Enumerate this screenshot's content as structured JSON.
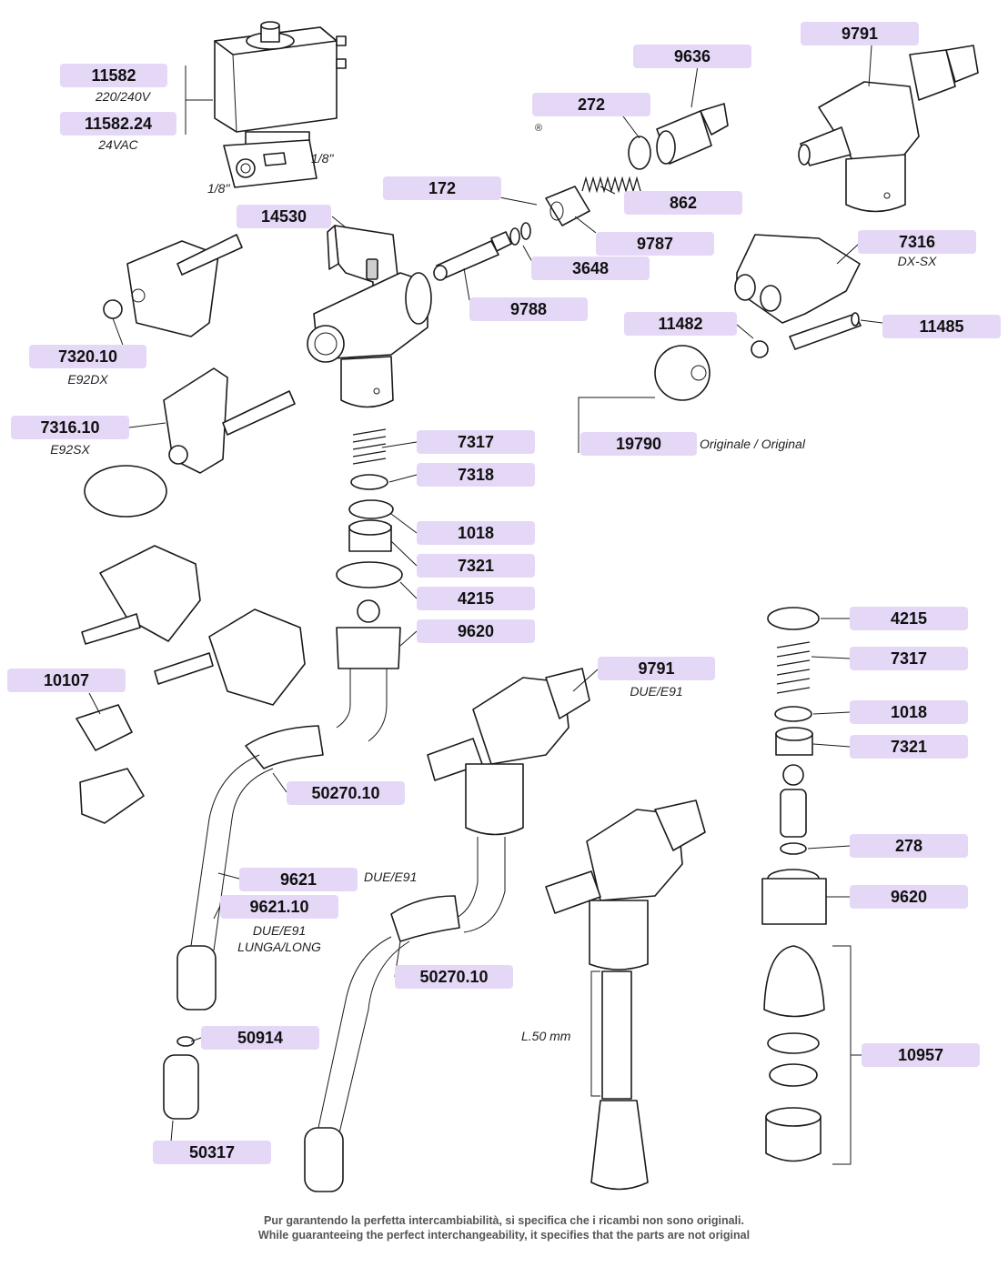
{
  "parts": {
    "p11582": "11582",
    "p11582_note": "220/240V",
    "p11582_24": "11582.24",
    "p11582_24_note": "24VAC",
    "p1_8_a": "1/8\"",
    "p1_8_b": "1/8\"",
    "p9636": "9636",
    "p272": "272",
    "p172": "172",
    "p862": "862",
    "p14530": "14530",
    "p9787": "9787",
    "p3648": "3648",
    "p9788": "9788",
    "p9791_top": "9791",
    "p7316": "7316",
    "p7316_note": "DX-SX",
    "p11482": "11482",
    "p11485": "11485",
    "p7320_10": "7320.10",
    "p7320_10_note": "E92DX",
    "p7316_10": "7316.10",
    "p7316_10_note": "E92SX",
    "p19790": "19790",
    "p19790_note": "Originale / Original",
    "p7317": "7317",
    "p7318": "7318",
    "p1018": "1018",
    "p7321": "7321",
    "p4215": "4215",
    "p9620": "9620",
    "p10107": "10107",
    "p9791_mid": "9791",
    "p9791_mid_note": "DUE/E91",
    "p50270_10_a": "50270.10",
    "p9621": "9621",
    "p9621_note": "DUE/E91",
    "p9621_10": "9621.10",
    "p9621_10_note1": "DUE/E91",
    "p9621_10_note2": "LUNGA/LONG",
    "p50270_10_b": "50270.10",
    "p50914": "50914",
    "p50317": "50317",
    "p4215_r": "4215",
    "p7317_r": "7317",
    "p1018_r": "1018",
    "p7321_r": "7321",
    "p278": "278",
    "p9620_r": "9620",
    "p10957": "10957",
    "l50": "L.50 mm",
    "reg_mark": "®"
  },
  "footer": {
    "line_it": "Pur garantendo la perfetta intercambiabilità, si specifica che i ricambi non sono originali.",
    "line_en": "While guaranteeing the perfect interchangeability, it specifies that the parts are not original"
  },
  "colors": {
    "label_bg": "#e5d8f7",
    "line": "#1a1a1a"
  }
}
